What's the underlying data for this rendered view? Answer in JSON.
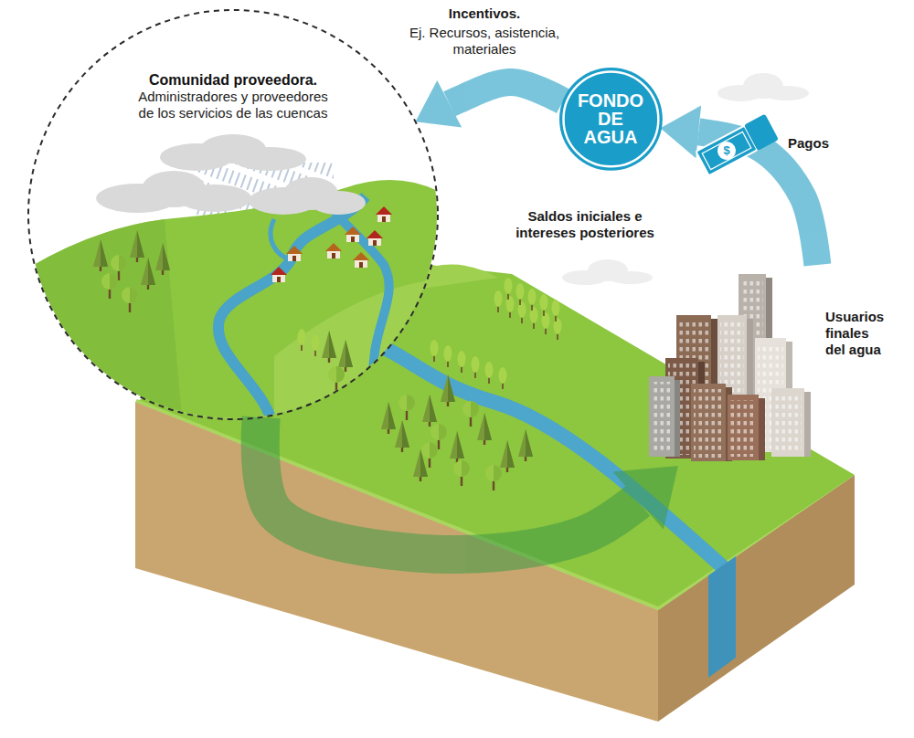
{
  "diagram": {
    "nodes": [
      {
        "text": [
          "Comunidad proveedora.",
          "Administradores y proveedores de los servicios de las cuencas"
        ]
      },
      {
        "text": [
          "FONDO DE AGUA"
        ]
      },
      {
        "text": [
          "Usuarios finales del agua"
        ]
      }
    ],
    "edges": [
      {
        "from": 1,
        "to": 0,
        "arrow": "to",
        "label": "Incentivos."
      },
      {
        "from": 2,
        "to": 1,
        "arrow": "to",
        "label": "Pagos"
      },
      {
        "from": 0,
        "to": 2,
        "arrow": "to"
      }
    ],
    "labels": [
      "Ej. Recursos, asistencia, materiales",
      "$",
      "Saldos iniciales e intereses posteriores"
    ]
  }
}
